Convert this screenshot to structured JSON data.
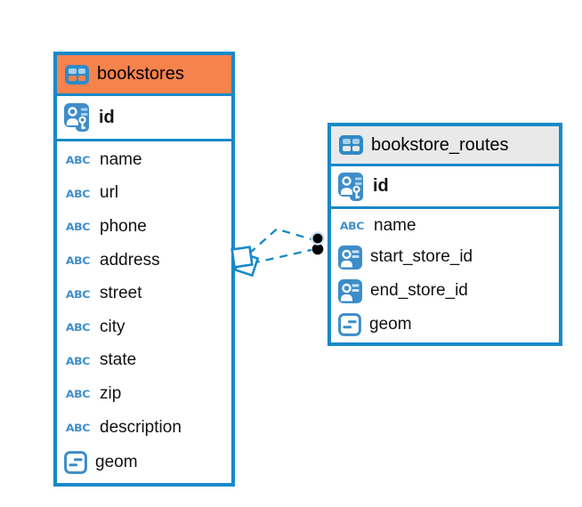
{
  "diagram": {
    "tables": [
      {
        "title": "bookstores",
        "header_color": "#F6824C",
        "columns": [
          {
            "name": "id",
            "type": "primary-key"
          },
          {
            "name": "name",
            "type": "text"
          },
          {
            "name": "url",
            "type": "text"
          },
          {
            "name": "phone",
            "type": "text"
          },
          {
            "name": "address",
            "type": "text"
          },
          {
            "name": "street",
            "type": "text"
          },
          {
            "name": "city",
            "type": "text"
          },
          {
            "name": "state",
            "type": "text"
          },
          {
            "name": "zip",
            "type": "text"
          },
          {
            "name": "description",
            "type": "text"
          },
          {
            "name": "geom",
            "type": "geometry"
          }
        ]
      },
      {
        "title": "bookstore_routes",
        "header_color": "#E9E9E9",
        "columns": [
          {
            "name": "id",
            "type": "primary-key"
          },
          {
            "name": "name",
            "type": "text"
          },
          {
            "name": "start_store_id",
            "type": "foreign-key"
          },
          {
            "name": "end_store_id",
            "type": "foreign-key"
          },
          {
            "name": "geom",
            "type": "geometry"
          }
        ]
      }
    ],
    "relationships": [
      {
        "style": "dashed",
        "left_marker": "stacked-diamond",
        "right_marker": "stacked-dot"
      },
      {
        "style": "dashed",
        "left_marker": "stacked-diamond",
        "right_marker": "stacked-dot"
      }
    ]
  },
  "icons": {
    "text_type_label": "ABC"
  },
  "colors": {
    "accent_blue": "#1789CA",
    "icon_blue": "#3D8DC9",
    "icon_blue_light": "#A8D2EE",
    "header_orange": "#F6824C",
    "header_gray": "#E9E9E9",
    "text": "#111111",
    "background": "#FFFFFF"
  }
}
